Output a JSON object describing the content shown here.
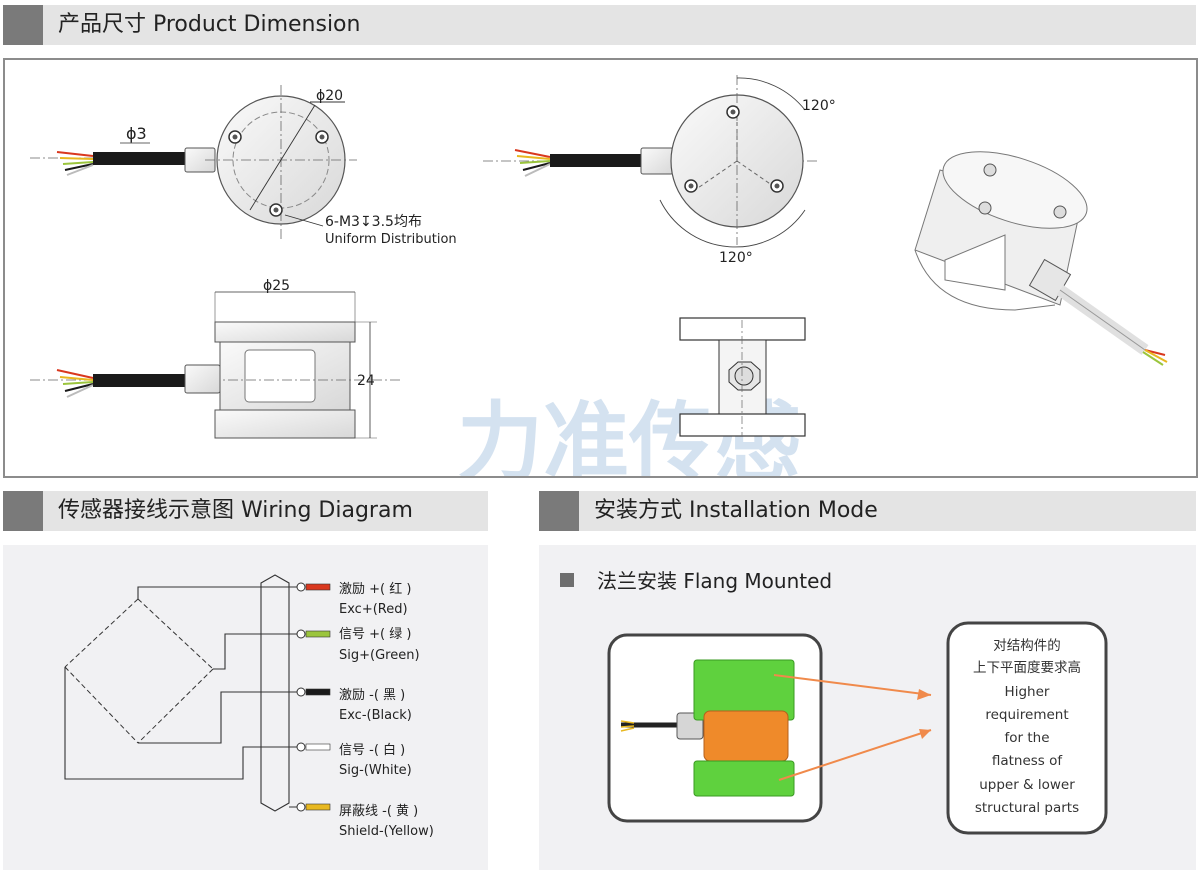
{
  "sections": {
    "dimension": {
      "title": "产品尺寸 Product Dimension"
    },
    "wiring": {
      "title": "传感器接线示意图  Wiring Diagram"
    },
    "installation": {
      "title": "安装方式 Installation Mode"
    }
  },
  "dimension": {
    "cable_diameter": "ϕ3",
    "bolt_circle": "ϕ20",
    "holes_cn": "6-M3↧3.5均布",
    "holes_en": "Uniform Distribution",
    "angle_top": "120°",
    "angle_bottom": "120°",
    "body_diameter": "ϕ25",
    "height": "24",
    "watermark": "力准传感"
  },
  "wiring": {
    "wires": [
      {
        "label_cn": "激励 +( 红 )",
        "label_en": "Exc+(Red)",
        "color": "#d9381e"
      },
      {
        "label_cn": "信号 +( 绿 )",
        "label_en": "Sig+(Green)",
        "color": "#9bc53d"
      },
      {
        "label_cn": "激励 -( 黑 )",
        "label_en": "Exc-(Black)",
        "color": "#1a1a1a"
      },
      {
        "label_cn": "信号 -( 白 )",
        "label_en": "Sig-(White)",
        "color": "#ffffff"
      },
      {
        "label_cn": "屏蔽线 -( 黄 )",
        "label_en": "Shield-(Yellow)",
        "color": "#e8b820"
      }
    ]
  },
  "installation": {
    "mode_label": "法兰安装 Flang Mounted",
    "note_lines": [
      "对结构件的",
      "上下平面度要求高",
      "Higher",
      "requirement",
      "for the",
      "flatness of",
      "upper & lower",
      "structural parts"
    ],
    "colors": {
      "flange": "#5fd13e",
      "body": "#ef8a2a",
      "arrow": "#f08a4b"
    }
  }
}
